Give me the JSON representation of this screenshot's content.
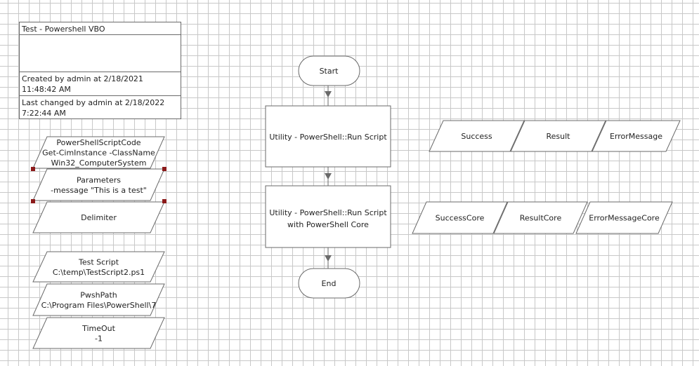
{
  "info_box": {
    "title": "Test - Powershell VBO",
    "created": "Created by admin at 2/18/2021 11:48:42 AM",
    "changed": "Last changed by admin at 2/18/2022 7:22:44 AM"
  },
  "flow": {
    "start": "Start",
    "end": "End",
    "action1": [
      "Utility - PowerShell::Run Script"
    ],
    "action2": [
      "Utility - PowerShell::Run Script",
      "with PowerShell Core"
    ]
  },
  "inputs": [
    {
      "lines": [
        "PowerShellScriptCode",
        "Get-CimInstance -ClassName",
        "Win32_ComputerSystem"
      ]
    },
    {
      "lines": [
        "Parameters",
        "-message \"This is a test\""
      ]
    },
    {
      "lines": [
        "Delimiter"
      ]
    },
    {
      "lines": [
        "Test Script",
        "C:\\temp\\TestScript2.ps1"
      ]
    },
    {
      "lines": [
        "PwshPath",
        "C:\\Program Files\\PowerShell\\7"
      ]
    },
    {
      "lines": [
        "TimeOut",
        "-1"
      ]
    }
  ],
  "outputs": [
    {
      "lines": [
        "Success"
      ]
    },
    {
      "lines": [
        "Result"
      ]
    },
    {
      "lines": [
        "ErrorMessage"
      ]
    },
    {
      "lines": [
        "SuccessCore"
      ]
    },
    {
      "lines": [
        "ResultCore"
      ]
    },
    {
      "lines": [
        "ErrorMessageCore"
      ]
    }
  ],
  "colors": {
    "stroke": "#6a6a6a",
    "selection_handle": "#8b1a1a",
    "grid": "#c8c8c8"
  }
}
